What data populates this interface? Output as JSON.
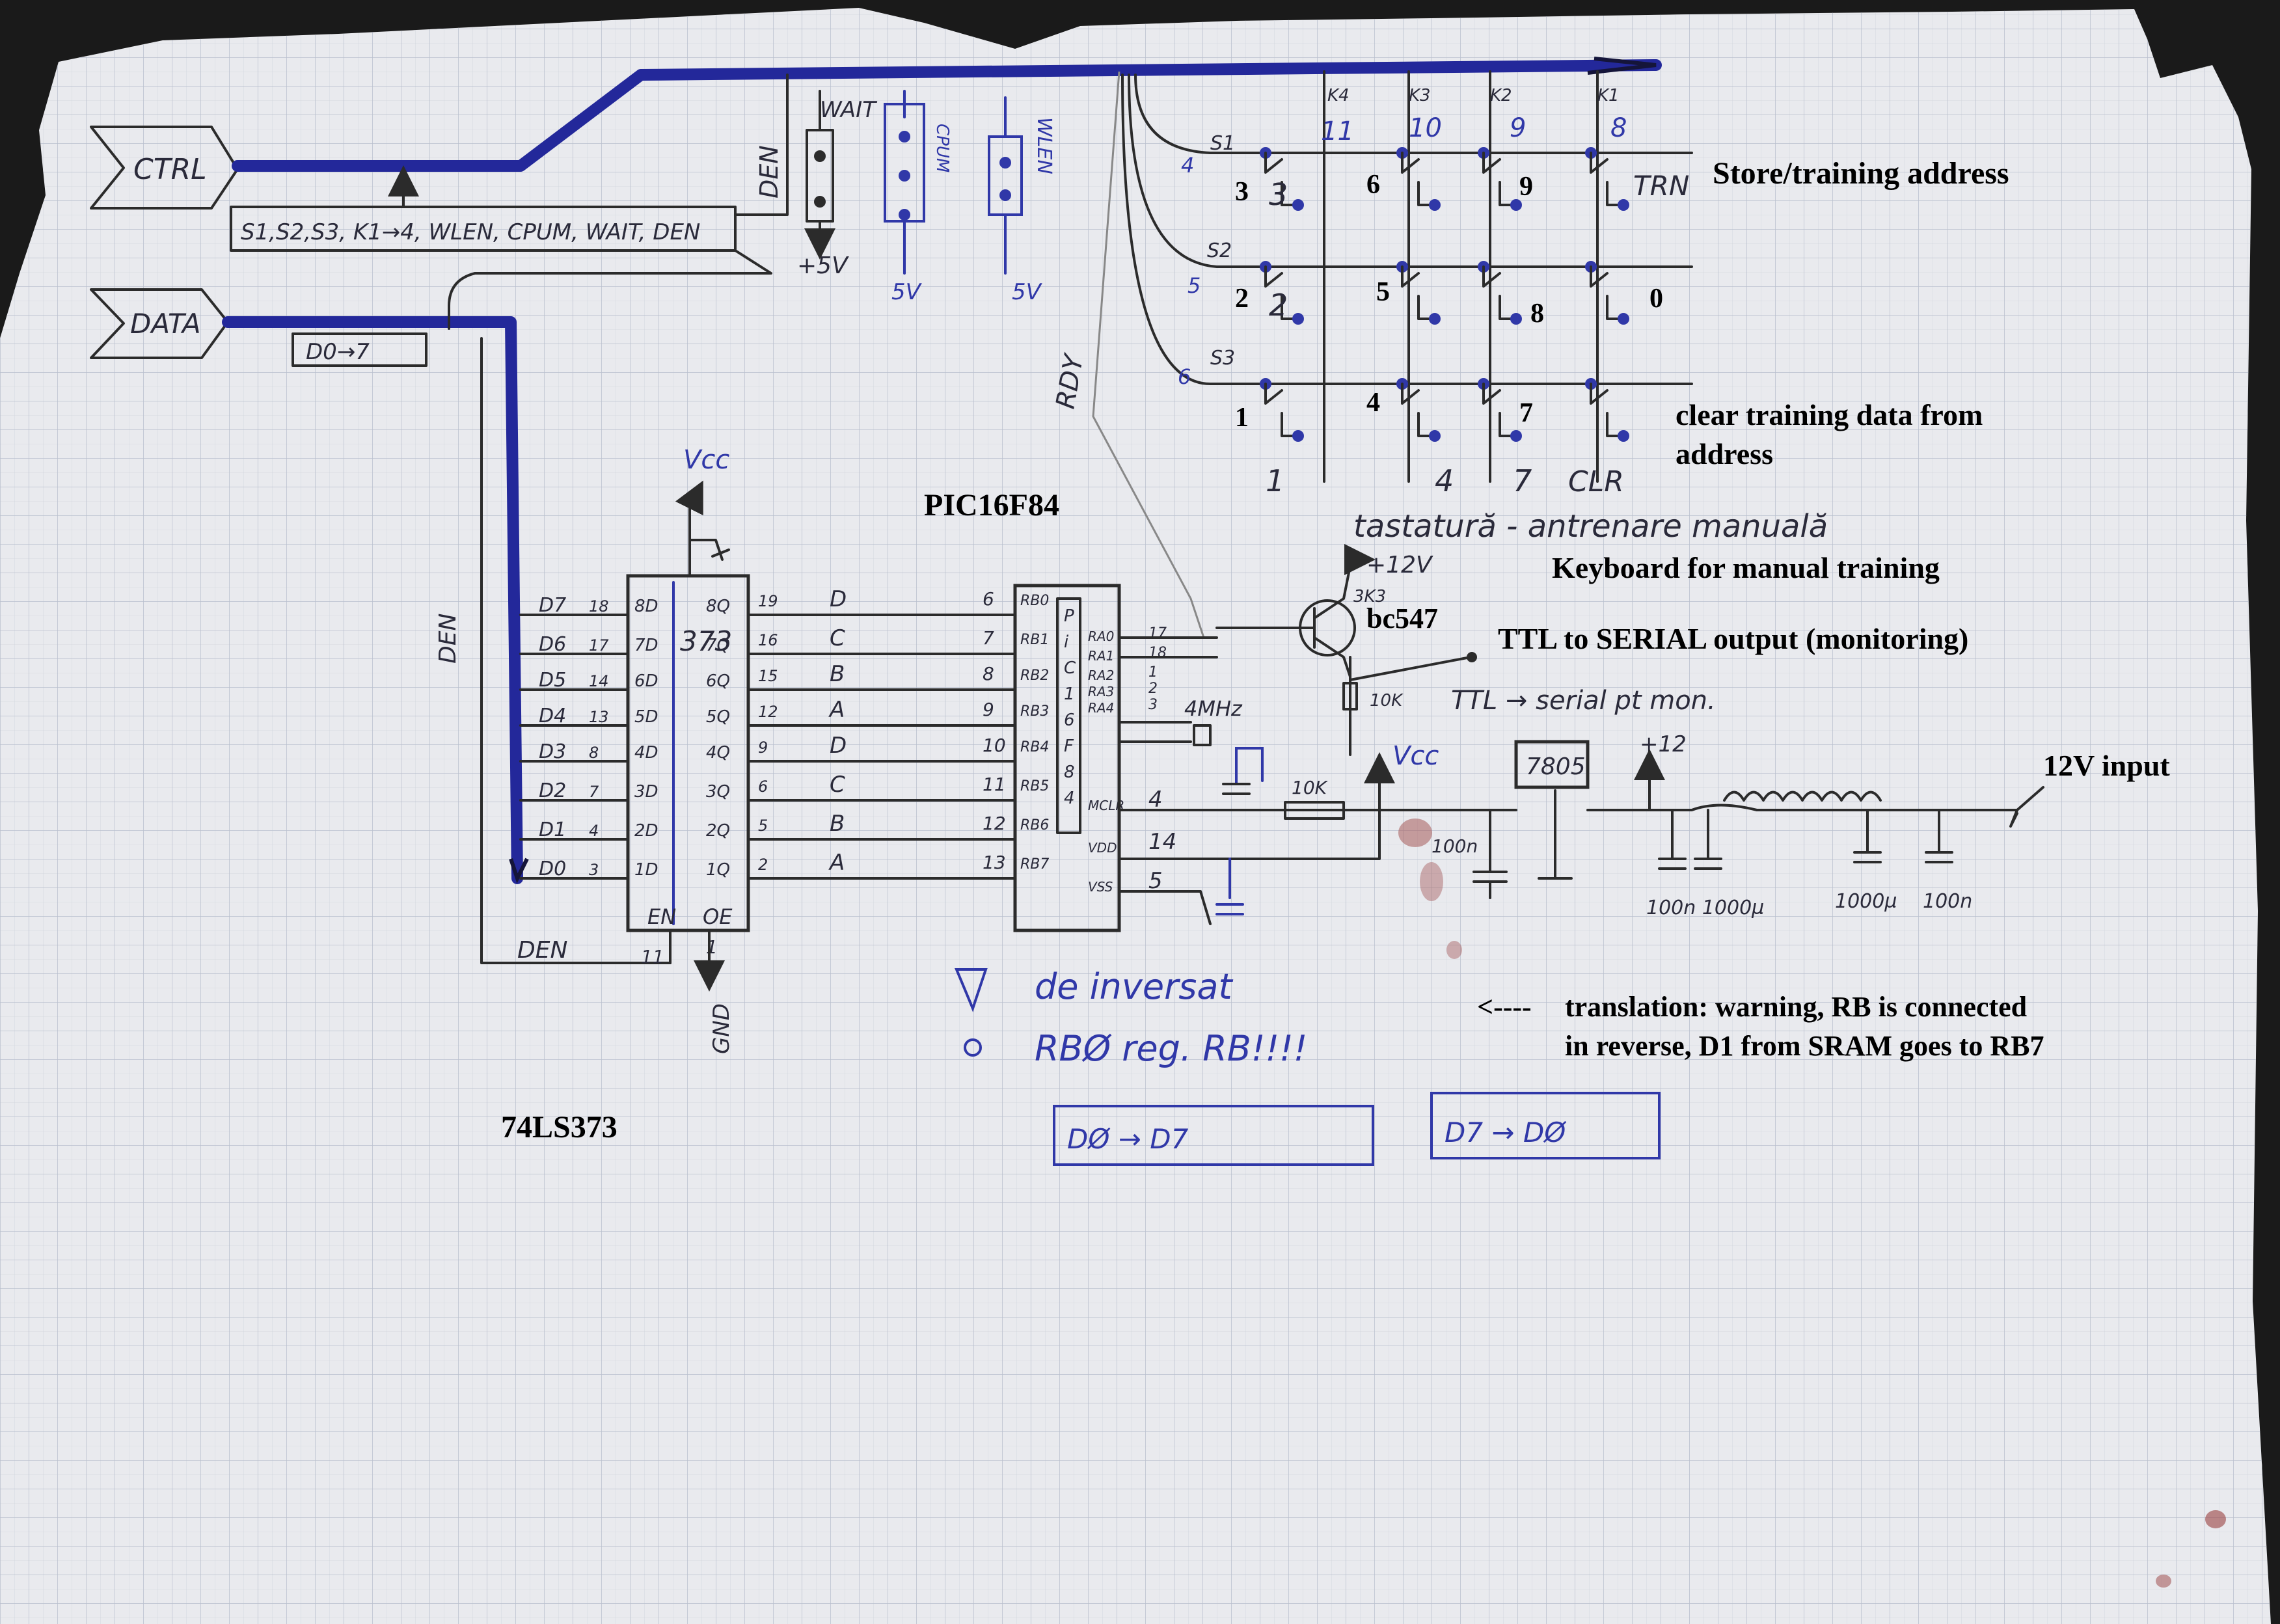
{
  "annotations": {
    "store_training": "Store/training address",
    "clear_training_1": "clear training data from",
    "clear_training_2": "address",
    "keyboard_manual": "Keyboard for manual training",
    "ttl_serial": "TTL to SERIAL output (monitoring)",
    "input_12v": "12V input",
    "translation_arrow": "<----",
    "translation_1": "translation: warning, RB is connected",
    "translation_2": "in reverse, D1 from SRAM goes to RB7",
    "pic_label": "PIC16F84",
    "latch_label": "74LS373",
    "transistor_label": "bc547"
  },
  "typed_keys": {
    "k3": "3",
    "k6": "6",
    "k9": "9",
    "k2": "2",
    "k5": "5",
    "k8": "8",
    "k0": "0",
    "k1": "1",
    "k4": "4",
    "k7": "7"
  },
  "connectors": {
    "ctrl": "CTRL",
    "data": "DATA",
    "ctrl_bus": "S1,S2,S3, K1→4, WLEN, CPUM, WAIT, DEN",
    "data_bus": "D0→7"
  },
  "handwritten": {
    "den_top": "DEN",
    "wait": "WAIT",
    "cpum": "CPUM",
    "wlen": "WLEN",
    "plus5v": "+5V",
    "v5a": "5V",
    "v5b": "5V",
    "rdy": "RDY",
    "k4": "K4",
    "k3": "K3",
    "k2": "K2",
    "k1": "K1",
    "n11": "11",
    "n10": "10",
    "n9": "9",
    "n8": "8",
    "s1": "S1",
    "s2": "S2",
    "s3": "S3",
    "n4": "4",
    "n5": "5",
    "n6": "6",
    "trn": "TRN",
    "clr": "CLR",
    "key3": "3",
    "key2": "2",
    "key1": "1",
    "key6": "6",
    "key5": "5",
    "key4": "4",
    "key9": "9",
    "key8": "8",
    "key7": "7",
    "key0": "0",
    "bottom1": "1",
    "bottom4": "4",
    "bottom7": "7",
    "tastatura": "tastatură - antrenare manuală",
    "plus12v": "+12V",
    "r3k3": "3K3",
    "r10k": "10K",
    "ttl_serial_hand": "TTL → serial pt mon.",
    "xtal": "4MHz",
    "r10k2": "10K",
    "vcc_top": "Vcc",
    "vcc_mid": "Vcc",
    "reg": "7805",
    "plus12": "+12",
    "c100n_a": "100n",
    "c100n_1000u": "100n 1000µ",
    "c1000u": "1000µ",
    "c100n_b": "100n",
    "den_left": "DEN",
    "den_bottom": "DEN",
    "gnd": "GND",
    "de_inversat": "de inversat",
    "rb_note": "RBØ reg. RB!!!!",
    "d0_note": "DØ → D7",
    "d7_note": "D7 → DØ"
  },
  "latch_pins_left": [
    {
      "d": "D7",
      "pin": "18",
      "in": "8D"
    },
    {
      "d": "D6",
      "pin": "17",
      "in": "7D"
    },
    {
      "d": "D5",
      "pin": "14",
      "in": "6D"
    },
    {
      "d": "D4",
      "pin": "13",
      "in": "5D"
    },
    {
      "d": "D3",
      "pin": "8",
      "in": "4D"
    },
    {
      "d": "D2",
      "pin": "7",
      "in": "3D"
    },
    {
      "d": "D1",
      "pin": "4",
      "in": "2D"
    },
    {
      "d": "D0",
      "pin": "3",
      "in": "1D"
    }
  ],
  "latch_pins_right": [
    {
      "q": "8Q",
      "pin": "19",
      "sig": "D"
    },
    {
      "q": "7Q",
      "pin": "16",
      "sig": "C"
    },
    {
      "q": "6Q",
      "pin": "15",
      "sig": "B"
    },
    {
      "q": "5Q",
      "pin": "12",
      "sig": "A"
    },
    {
      "q": "4Q",
      "pin": "9",
      "sig": "D"
    },
    {
      "q": "3Q",
      "pin": "6",
      "sig": "C"
    },
    {
      "q": "2Q",
      "pin": "5",
      "sig": "B"
    },
    {
      "q": "1Q",
      "pin": "2",
      "sig": "A"
    }
  ],
  "latch_misc": {
    "chip": "373",
    "en": "EN",
    "oe": "OE",
    "pin11": "11",
    "pin1": "1"
  },
  "pic_pins_left": [
    {
      "pin": "6",
      "name": "RB0"
    },
    {
      "pin": "7",
      "name": "RB1"
    },
    {
      "pin": "8",
      "name": "RB2"
    },
    {
      "pin": "9",
      "name": "RB3"
    },
    {
      "pin": "10",
      "name": "RB4"
    },
    {
      "pin": "11",
      "name": "RB5"
    },
    {
      "pin": "12",
      "name": "RB6"
    },
    {
      "pin": "13",
      "name": "RB7"
    }
  ],
  "pic_pins_right": [
    {
      "name": "RA0",
      "pin": "17"
    },
    {
      "name": "RA1",
      "pin": "18"
    },
    {
      "name": "RA2",
      "pin": "1"
    },
    {
      "name": "RA3",
      "pin": "2"
    },
    {
      "name": "RA4",
      "pin": "3"
    },
    {
      "name": "MCLR",
      "pin": "4"
    },
    {
      "name": "VDD",
      "pin": "14"
    },
    {
      "name": "VSS",
      "pin": "5"
    }
  ],
  "pic_inner": [
    "P",
    "i",
    "C",
    "1",
    "6",
    "F",
    "8",
    "4"
  ]
}
